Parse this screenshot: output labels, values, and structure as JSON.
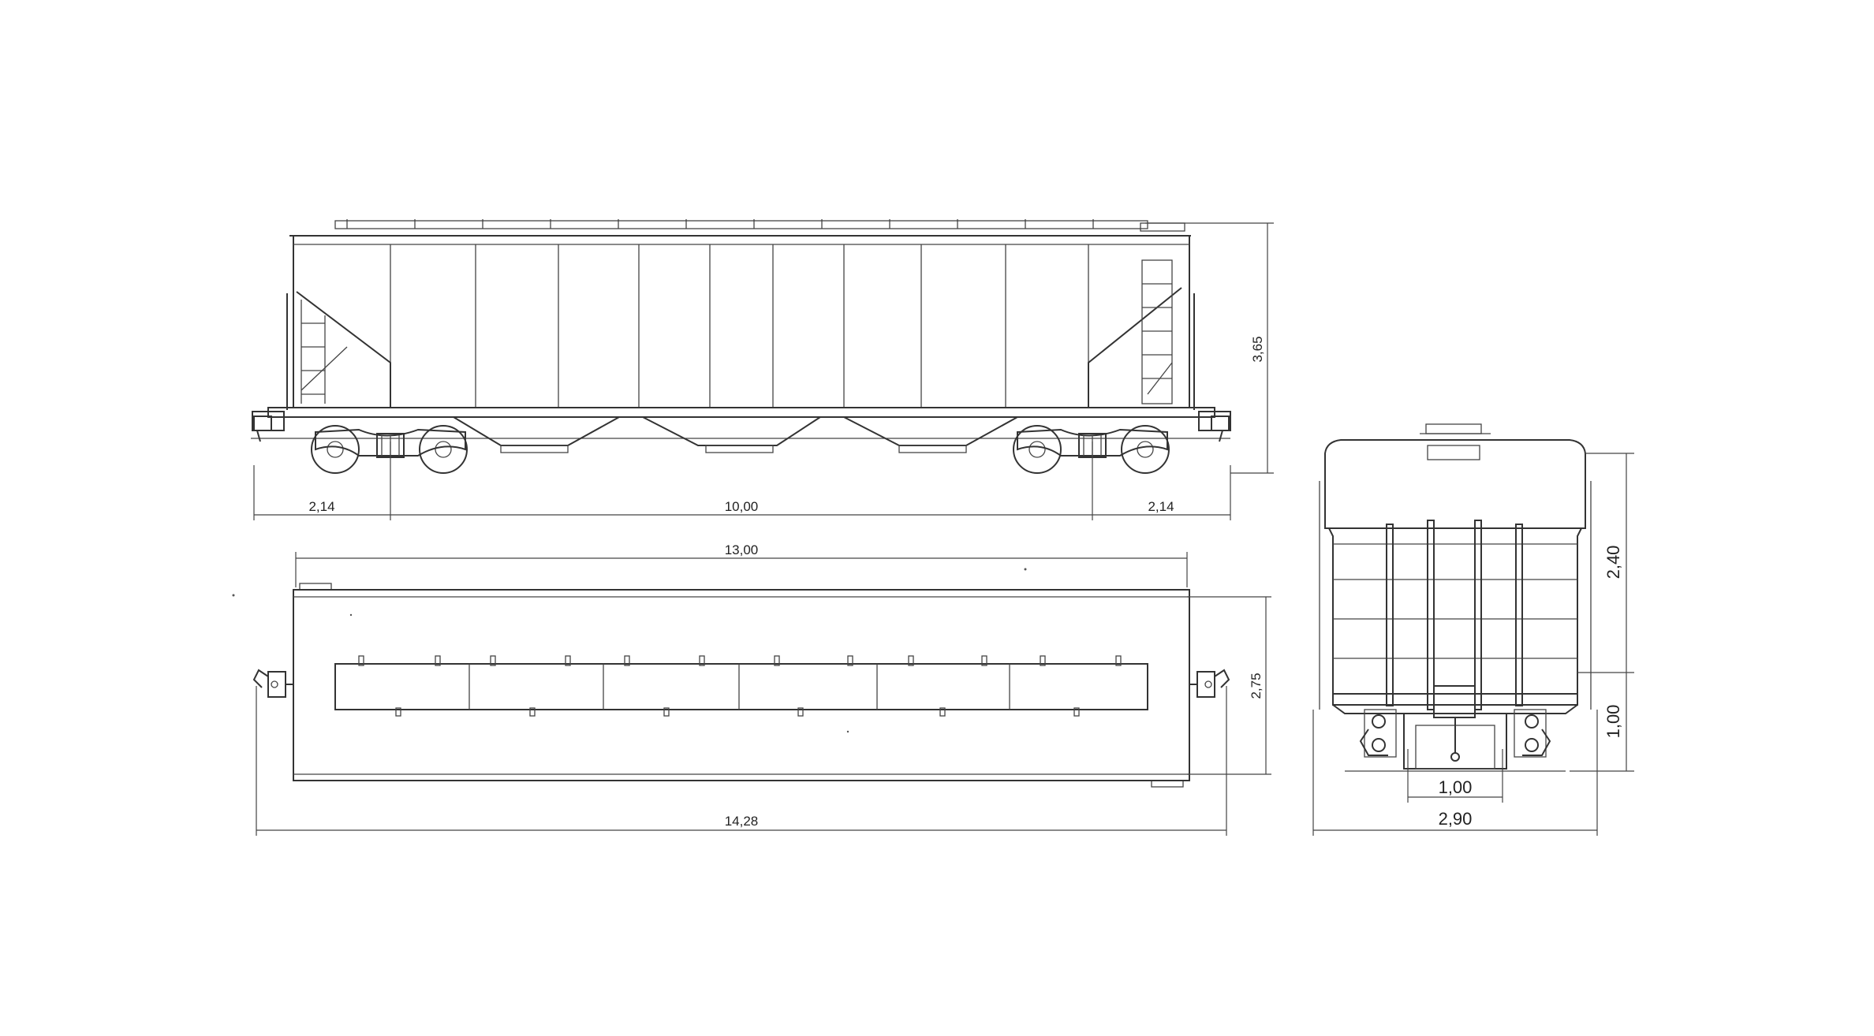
{
  "colors": {
    "line": "#333333",
    "background": "#ffffff"
  },
  "side_view": {
    "dim_overhang_left": "2,14",
    "dim_wheelbase": "10,00",
    "dim_overhang_right": "2,14",
    "dim_height": "3,65"
  },
  "top_view": {
    "dim_body_length": "13,00",
    "dim_total_length": "14,28",
    "dim_width": "2,75"
  },
  "end_view": {
    "dim_body_height": "2,40",
    "dim_lower_height": "1,00",
    "dim_gauge": "1,00",
    "dim_total_width": "2,90"
  }
}
